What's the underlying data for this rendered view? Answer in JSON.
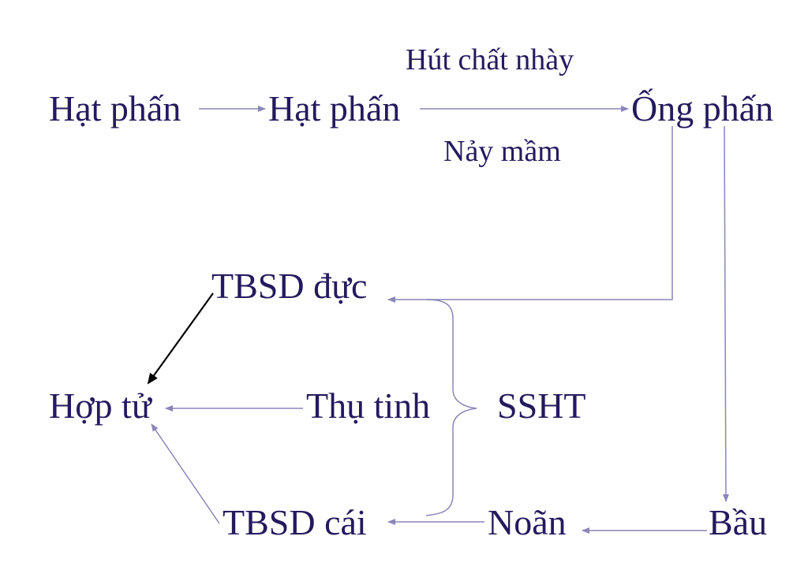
{
  "diagram": {
    "nodes": {
      "pollen_1": "Hạt phấn",
      "pollen_2": "Hạt phấn",
      "pollen_tube": "Ống phấn",
      "sperm": "TBSD đực",
      "zygote": "Hợp tử",
      "fertilization": "Thụ tinh",
      "double_fertilization": "SSHT",
      "egg": "TBSD cái",
      "ovule": "Noãn",
      "ovary": "Bầu"
    },
    "edge_labels": {
      "absorb_mucus": "Hút chất nhày",
      "germinate": "Nảy mầm"
    },
    "colors": {
      "text": "#241a5e",
      "line": "#8a86b8",
      "dark_arrow": "#000000"
    }
  }
}
